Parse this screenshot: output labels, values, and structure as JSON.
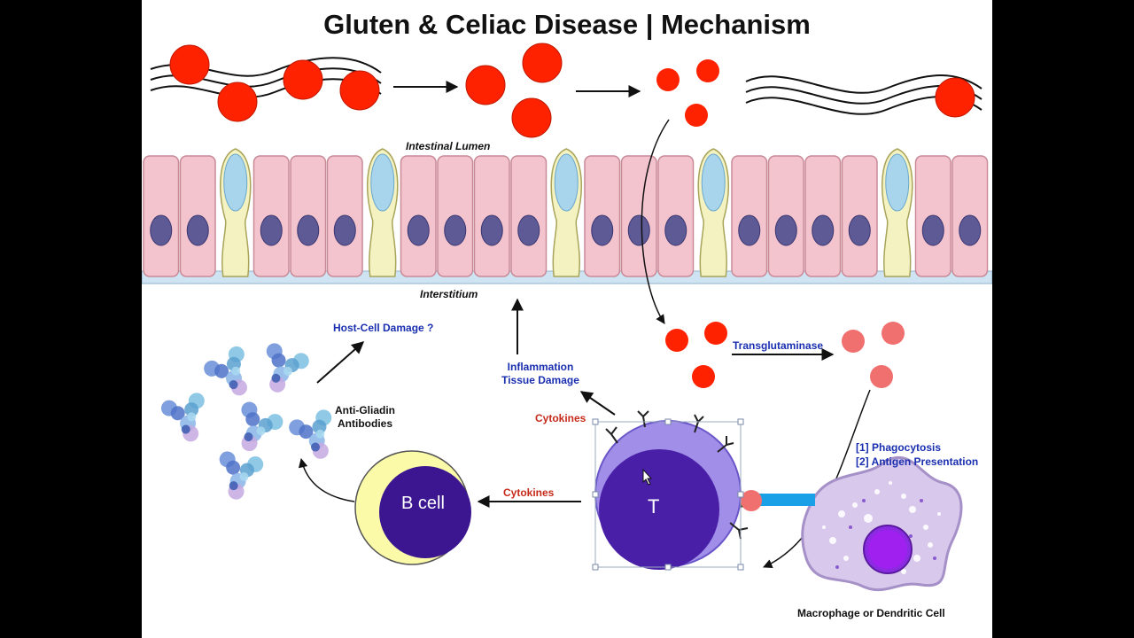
{
  "title": "Gluten & Celiac Disease | Mechanism",
  "labels": {
    "intestinal_lumen": "Intestinal Lumen",
    "interstitium": "Interstitium",
    "host_cell_damage": "Host-Cell Damage ?",
    "inflammation": "Inflammation",
    "tissue_damage": "Tissue Damage",
    "anti_gliadin_line1": "Anti-Gliadin",
    "anti_gliadin_line2": "Antibodies",
    "cytokines_top": "Cytokines",
    "cytokines_bottom": "Cytokines",
    "transglutaminase": "Transglutaminase",
    "phagocytosis": "[1] Phagocytosis",
    "antigen_presentation": "[2] Antigen Presentation",
    "b_cell": "B cell",
    "t_cell": "T",
    "macrophage": "Macrophage or Dendritic Cell"
  },
  "colors": {
    "gliadin": "#ff2200",
    "gliadin_modified": "#f07070",
    "epithelium": "#f4c4ce",
    "goblet": "#f4f2c0",
    "nucleus": "#5e5a96",
    "t_cell_outer": "#a08ee8",
    "t_cell_inner": "#4a1fa8",
    "b_cell_outer": "#fafaa8",
    "b_cell_inner": "#3b1690",
    "macrophage": "#d8c8ec",
    "mhc_link": "#1aa0e6",
    "label_blue": "#1a2fb0",
    "label_red": "#c62a1a"
  }
}
